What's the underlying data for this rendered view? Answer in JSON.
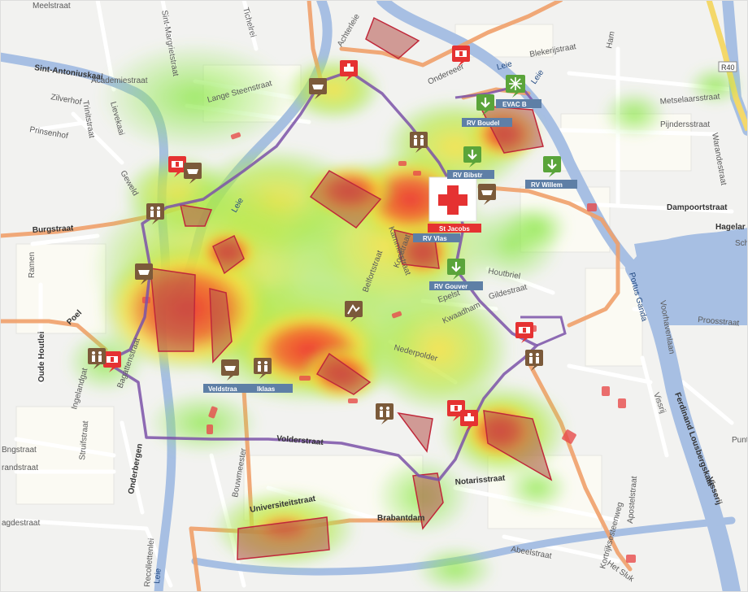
{
  "map": {
    "title": "",
    "colors": {
      "water": "#a7bfe3",
      "route": "#7b52a8",
      "arterial": "#f0a06a",
      "heat_low": "#8ee84a",
      "heat_mid": "#f6e13a",
      "heat_high": "#ee3232",
      "zone_fill": "#b5524a",
      "label_bg": "#5e7fa6",
      "first_aid_red": "#e53232",
      "green_marker": "#5aa43a",
      "brown_marker": "#7b5a3a"
    },
    "streets": [
      "Meelstraat",
      "Sint-Margrietstraat",
      "Tichelrei",
      "Achterleie",
      "Sint-Antoniuskaai",
      "Academiestraat",
      "Lange Steenstraat",
      "Zilverhof",
      "Trinitstraat",
      "Lievekaai",
      "Prinsenhof",
      "Geweld",
      "Burgstraat",
      "Ramen",
      "Oude Houtlei",
      "Ingelandgat",
      "Bagattenstraat",
      "Struifstraat",
      "Onderbergen",
      "Bngstraat",
      "randstraat",
      "agdestraat",
      "Universiteitstraat",
      "Recollettenlei",
      "Brabantdam",
      "Notarisstraat",
      "Abeelstraat",
      "Kortrijksesteenweg",
      "Apostelstraat",
      "Het Sluk",
      "Vissrij",
      "Ferdinand Lousbergskaai",
      "Visserij",
      "Voorhavenlaan",
      "Proosstraat",
      "Dampoortstraat",
      "Pijndersstraat",
      "Metselaarsstraat",
      "Warandestraat",
      "Hagelar",
      "Blekerijstraat",
      "Ham",
      "Ondereeer",
      "Houtbriel",
      "Gildestraat",
      "Kwaadham",
      "Nederpolder",
      "Epelst",
      "Volderstraat",
      "Kammerstraat",
      "Koestraat",
      "Belfortstraat",
      "Bouwmeester",
      "Oude Houtlei",
      "Poel",
      "Punt",
      "Scha"
    ],
    "canal_labels": [
      "Leie",
      "Portus Ganda",
      "Leie",
      "Leie",
      "Leie"
    ],
    "road_badges": [
      "R40"
    ],
    "facility_labels": [
      "EVAC B",
      "RV Boudel",
      "RV Bibstr",
      "RV Willem",
      "St Jacobs",
      "RV Vlas",
      "RV Gouver",
      "Veldstraa",
      "Iklaas"
    ],
    "icons": [
      "first-aid-post-icon",
      "ambulance-post-icon",
      "assembly-point-icon",
      "evacuation-arrow-icon",
      "security-post-icon",
      "info-post-icon"
    ]
  }
}
